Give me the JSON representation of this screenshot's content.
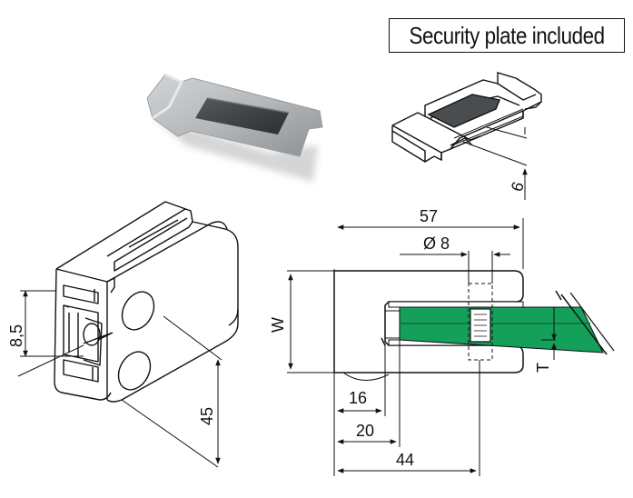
{
  "banner": {
    "text": "Security plate included"
  },
  "dimensions": {
    "plate_height": "6",
    "iso_hole_offset": "8,5",
    "iso_height": "45",
    "width_total": "57",
    "hole_diameter": "Ø 8",
    "w_label": "W",
    "t_label": "T",
    "d16": "16",
    "d20": "20",
    "d44": "44"
  },
  "colors": {
    "glass": "#14a05a",
    "glass_dark": "#0c7a42",
    "plate": "#3c3f40",
    "line": "#111111"
  },
  "icons": [
    "security-plate-photo",
    "security-plate-drawing",
    "clamp-isometric",
    "clamp-side-section"
  ]
}
